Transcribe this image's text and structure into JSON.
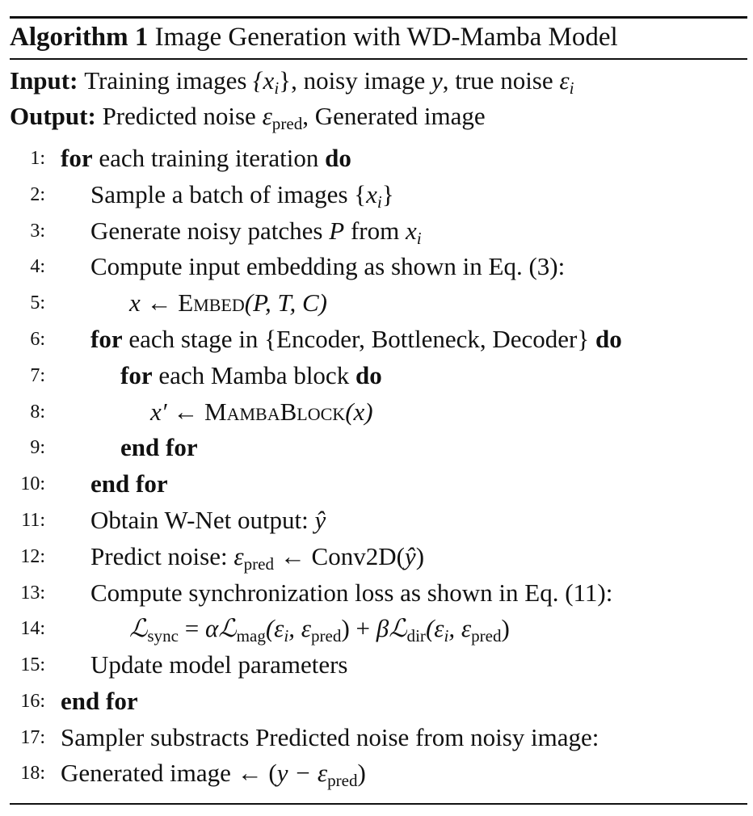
{
  "algorithm": {
    "label": "Algorithm 1",
    "title": "Image Generation with WD-Mamba Model"
  },
  "input": {
    "label": "Input:",
    "text_a": "Training images ",
    "set_xi": "{x",
    "set_xi_sub": "i",
    "set_close": "}",
    "text_b": ", noisy image ",
    "y": "y",
    "text_c": ", true noise ",
    "eps": "ε",
    "eps_sub": "i"
  },
  "output": {
    "label": "Output:",
    "text_a": "Predicted noise ",
    "eps": "ε",
    "eps_sub": "pred",
    "text_b": ", Generated image"
  },
  "lines": [
    {
      "num": "1:"
    },
    {
      "num": "2:"
    },
    {
      "num": "3:"
    },
    {
      "num": "4:"
    },
    {
      "num": "5:"
    },
    {
      "num": "6:"
    },
    {
      "num": "7:"
    },
    {
      "num": "8:"
    },
    {
      "num": "9:"
    },
    {
      "num": "10:"
    },
    {
      "num": "11:"
    },
    {
      "num": "12:"
    },
    {
      "num": "13:"
    },
    {
      "num": "14:"
    },
    {
      "num": "15:"
    },
    {
      "num": "16:"
    },
    {
      "num": "17:"
    },
    {
      "num": "18:"
    }
  ],
  "kw": {
    "for": "for",
    "do": "do",
    "end_for": "end for"
  },
  "text": {
    "l1": " each training iteration ",
    "l2": "Sample a batch of images ",
    "l3_a": "Generate noisy patches ",
    "l3_b": " from ",
    "l4": "Compute input embedding as shown in Eq. (3):",
    "l5_x": "x",
    "l5_arrow": " ← ",
    "l5_fn": "Embed",
    "l5_args": "(P, T, C)",
    "l6_a": " each stage in {Encoder, Bottleneck, Decoder} ",
    "l7_a": " each Mamba block ",
    "l8_x": "x′",
    "l8_arrow": " ← ",
    "l8_fn": "MambaBlock",
    "l8_args": "(x)",
    "l11_a": "Obtain W-Net output: ",
    "l11_y": "ŷ",
    "l12_a": "Predict noise: ",
    "l12_eps": "ε",
    "l12_sub": "pred",
    "l12_b": " ← Conv2D(",
    "l12_y": "ŷ",
    "l12_c": ")",
    "l13": "Compute synchronization loss as shown in Eq. (11):",
    "l14_L": "ℒ",
    "l14_sync": "sync",
    "l14_eq": " = ",
    "l14_alpha": "αℒ",
    "l14_mag": "mag",
    "l14_args1_a": "(ε",
    "l14_args1_i": "i",
    "l14_args1_b": ", ε",
    "l14_args1_pred": "pred",
    "l14_args1_c": ")",
    "l14_plus": " + ",
    "l14_beta": "βℒ",
    "l14_dir": "dir",
    "l14_args2_a": "(ε",
    "l14_args2_i": "i",
    "l14_args2_b": ", ε",
    "l14_args2_pred": "pred",
    "l14_args2_c": ")",
    "l15": "Update model parameters",
    "l17": "Sampler substracts Predicted noise from noisy image:",
    "l18_a": "Generated image ← (",
    "l18_y": "y",
    "l18_minus": " − ε",
    "l18_sub": "pred",
    "l18_c": ")",
    "P": "P",
    "xi": "x",
    "xi_sub": "i",
    "set_open": "{",
    "set_close": "}"
  }
}
